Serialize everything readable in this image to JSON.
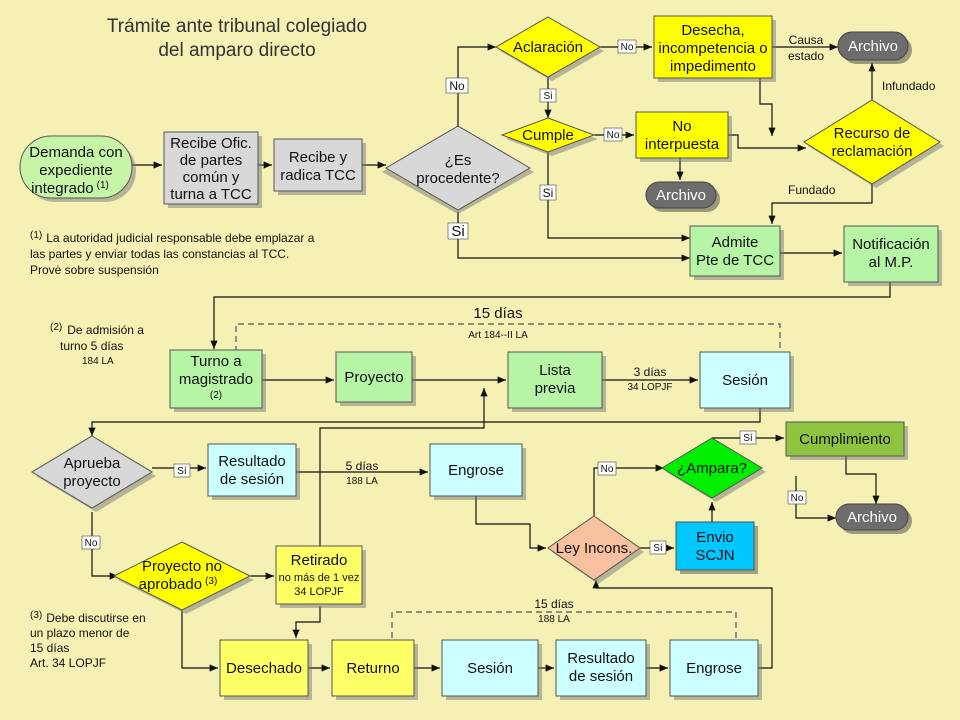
{
  "title": {
    "line1": "Trámite ante tribunal colegiado",
    "line2": "del  amparo  directo"
  },
  "colors": {
    "background": "#f5f1b5",
    "green_light": "#c6f5a8",
    "green_node": "#b6f4a6",
    "gray_box": "#d8d8d8",
    "yellow": "#ffff00",
    "light_yellow": "#ffff66",
    "cyan_light": "#ccffff",
    "cyan": "#00c8ff",
    "salmon": "#f7c1a0",
    "green_bright": "#00ee00",
    "olive": "#8fc440",
    "archive_gray": "#6d6d6d"
  },
  "nodes": {
    "demanda": [
      "Demanda con",
      "expediente",
      "integrado"
    ],
    "demanda_sup": "(1)",
    "recibe_ofic": [
      "Recibe Ofic.",
      "de partes",
      "común y",
      "turna a TCC"
    ],
    "recibe_radica": [
      "Recibe y",
      "radica TCC"
    ],
    "es_procedente": [
      "¿Es",
      "procedente?"
    ],
    "aclaracion": "Aclaración",
    "desecha": [
      "Desecha,",
      "incompetencia o",
      "impedimento"
    ],
    "archivo": "Archivo",
    "cumple": "Cumple",
    "no_interpuesta": [
      "No",
      "interpuesta"
    ],
    "recurso": [
      "Recurso de",
      "reclamación"
    ],
    "admite": [
      "Admite",
      "Pte de TCC"
    ],
    "notificacion": [
      "Notificación",
      "al M.P."
    ],
    "turno": [
      "Turno a",
      "magistrado"
    ],
    "turno_sup": "(2)",
    "proyecto": "Proyecto",
    "lista_previa": [
      "Lista",
      "previa"
    ],
    "sesion": "Sesión",
    "aprueba": [
      "Aprueba",
      "proyecto"
    ],
    "resultado_sesion": [
      "Resultado",
      "de sesión"
    ],
    "engrose": "Engrose",
    "ampara": "¿Ampara?",
    "cumplimiento": "Cumplimiento",
    "ley_incons": "Ley Incons.",
    "envio": [
      "Envio",
      "SCJN"
    ],
    "proyecto_no": [
      "Proyecto no",
      "aprobado"
    ],
    "proyecto_no_sup": "(3)",
    "retirado": [
      "Retirado"
    ],
    "retirado_sub": [
      "no más de 1 vez",
      "34 LOPJF"
    ],
    "desechado": "Desechado",
    "returno": "Returno"
  },
  "edge_labels": {
    "no": "No",
    "si": "Si",
    "si_accent": "Sí",
    "causa_estado": [
      "Causa",
      "estado"
    ],
    "infundado": "Infundado",
    "fundado": "Fundado",
    "dias_15": "15 días",
    "art_184": "Art 184--II LA",
    "dias_3": "3 días",
    "lopjf_34": "34 LOPJF",
    "dias_5": "5 días",
    "la_188": "188 LA"
  },
  "notes": {
    "note1_sup": "(1)",
    "note1": [
      "La autoridad judicial responsable debe emplazar a",
      "las partes y enviar todas las constancias al TCC.",
      "Provė sobre suspensión"
    ],
    "note2_sup": "(2)",
    "note2": [
      "De admisión a",
      "turno  5  días"
    ],
    "note2_small": "184 LA",
    "note3_sup": "(3)",
    "note3": [
      "Debe discutirse en",
      "un plazo menor de",
      "15 días",
      "Art. 34 LOPJF"
    ]
  }
}
